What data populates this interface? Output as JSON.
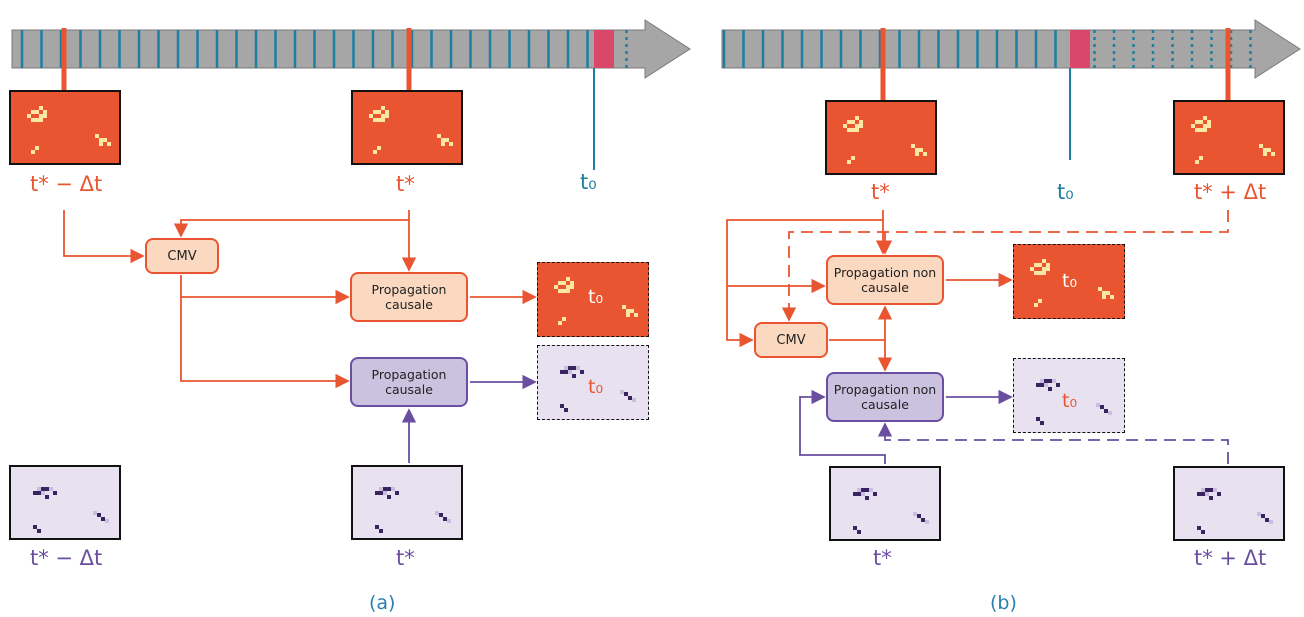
{
  "panels": {
    "a": {
      "caption": "(a)",
      "labels": {
        "top_left": "t* − Δt",
        "top_mid": "t*",
        "t0": "t₀",
        "bottom_left": "t* − Δt",
        "bottom_mid": "t*"
      },
      "boxes": {
        "cmv": "CMV",
        "prop_orange": "Propagation causale",
        "prop_purple": "Propagation causale"
      },
      "output_t0_orange": "t₀",
      "output_t0_purple": "t₀"
    },
    "b": {
      "caption": "(b)",
      "labels": {
        "top_mid": "t*",
        "t0": "t₀",
        "top_right": "t* + Δt",
        "bottom_mid": "t*",
        "bottom_right": "t* + Δt"
      },
      "boxes": {
        "cmv": "CMV",
        "prop_orange": "Propagation non causale",
        "prop_purple": "Propagation non causale"
      },
      "output_t0_orange": "t₀",
      "output_t0_purple": "t₀"
    }
  },
  "colors": {
    "orange": "#ea5531",
    "purple": "#6a4fa0",
    "timeline": "#a6a6a6",
    "tick": "#1f7ea0",
    "t0_marker": "#d9486a"
  }
}
